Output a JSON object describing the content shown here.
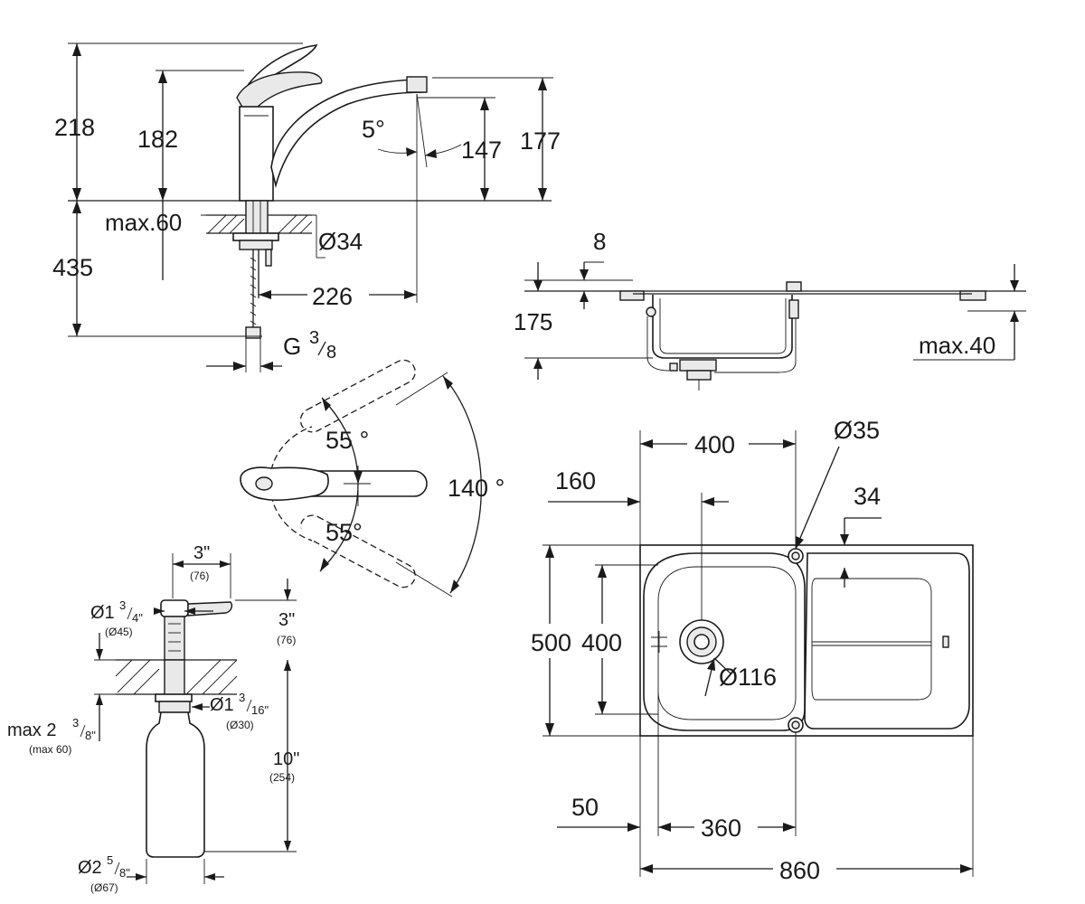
{
  "faucet_side": {
    "height_total": "218",
    "height_body": "182",
    "spout_height": "177",
    "spout_clearance": "147",
    "swivel_tilt": "5°",
    "max_deck": "max.60",
    "hole_diameter": "Ø34",
    "hose_length": "435",
    "spout_reach": "226",
    "connection": "G",
    "connection_num": "3",
    "connection_den": "8"
  },
  "faucet_top": {
    "angle_up": "55 °",
    "angle_down": "55°",
    "swing_total": "140 °"
  },
  "sink_section": {
    "rim": "8",
    "depth": "175",
    "max_deck": "max.40"
  },
  "sink_plan": {
    "bowl_width": "400",
    "tap_hole": "Ø35",
    "offset_left": "160",
    "drainer_inset": "34",
    "total_depth": "500",
    "bowl_depth": "400",
    "waste": "Ø116",
    "edge_margin": "50",
    "bowl_inner": "360",
    "total_width": "860"
  },
  "dispenser": {
    "top_w": "3\"",
    "top_w_mm": "(76)",
    "head_h": "3\"",
    "head_h_mm": "(76)",
    "neck_whole": "Ø1",
    "neck_num": "3",
    "neck_den": "4\"",
    "neck_mm": "(Ø45)",
    "shank_whole": "Ø1",
    "shank_num": "3",
    "shank_den": "16\"",
    "shank_mm": "(Ø30)",
    "deck_whole": "max 2",
    "deck_num": "3",
    "deck_den": "8\"",
    "deck_mm": "(max 60)",
    "bottle_h": "10\"",
    "bottle_h_mm": "(254)",
    "bottle_whole": "Ø2",
    "bottle_num": "5",
    "bottle_den": "8\"",
    "bottle_mm": "(Ø67)"
  }
}
